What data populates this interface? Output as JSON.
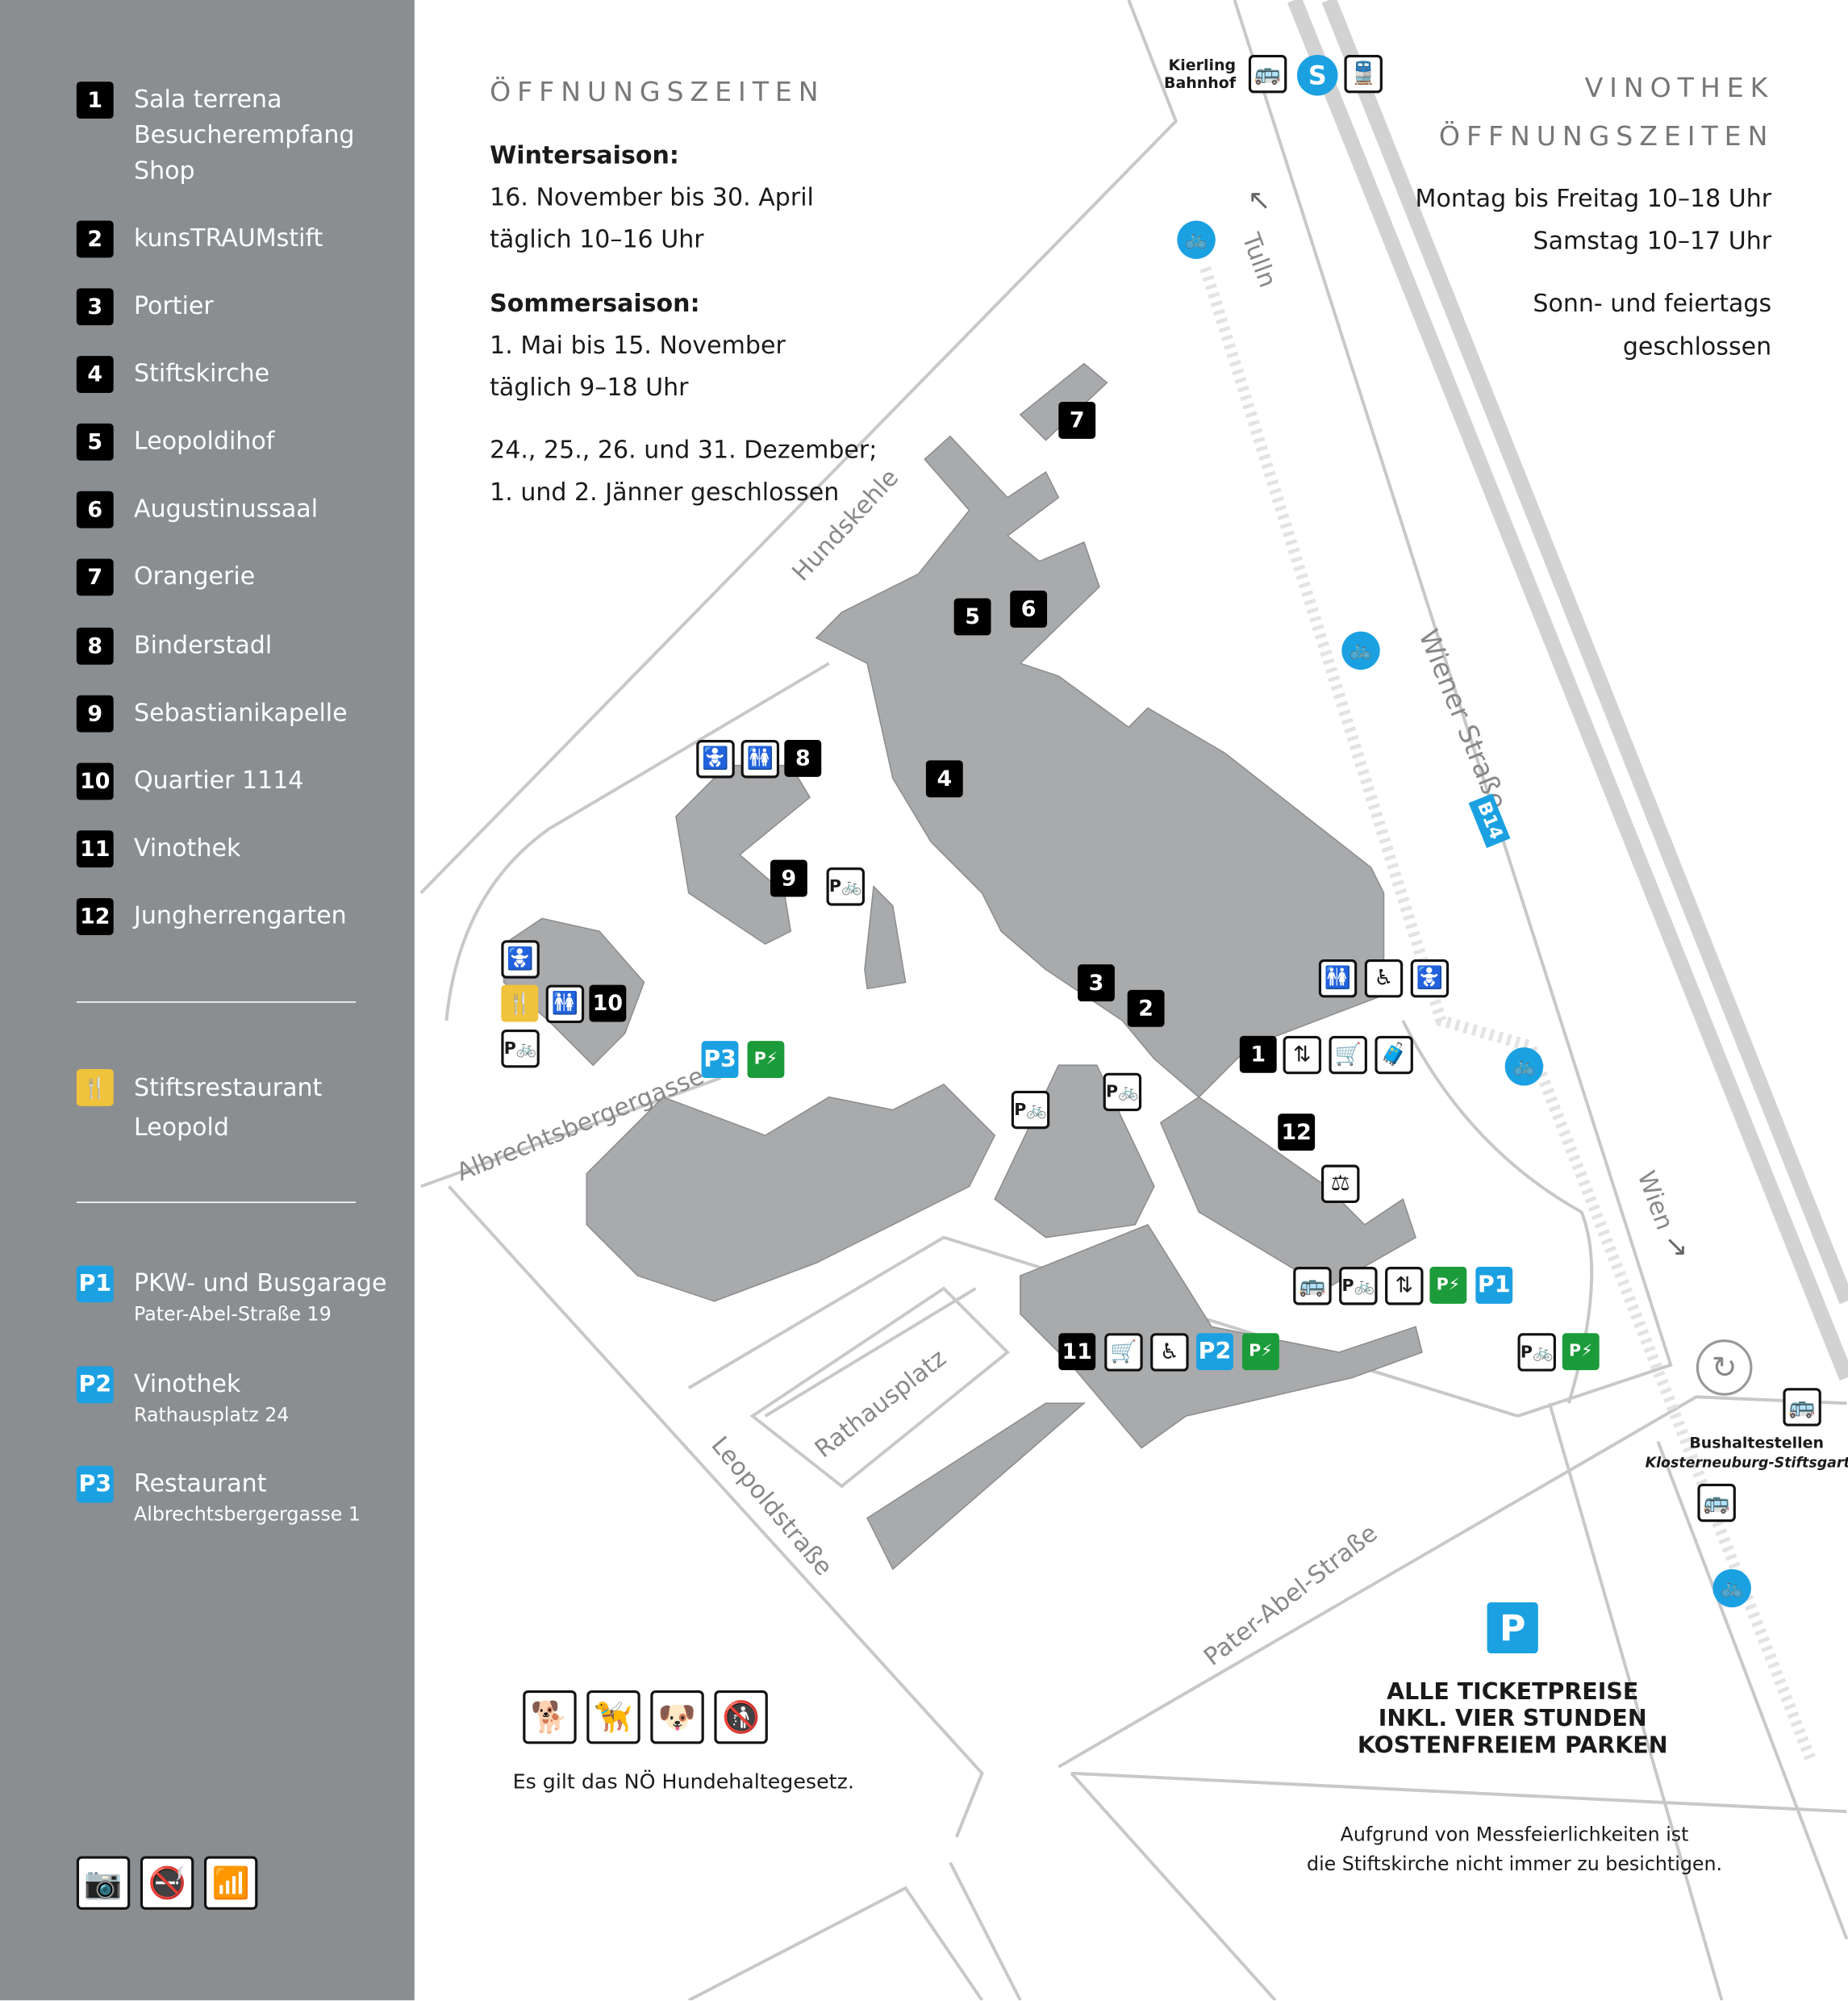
{
  "legend": [
    {
      "num": "1",
      "label": "Sala terrena\nBesucherempfang\nShop"
    },
    {
      "num": "2",
      "label": "kunsTRAUMstift"
    },
    {
      "num": "3",
      "label": "Portier"
    },
    {
      "num": "4",
      "label": "Stiftskirche"
    },
    {
      "num": "5",
      "label": "Leopoldihof"
    },
    {
      "num": "6",
      "label": "Augustinussaal"
    },
    {
      "num": "7",
      "label": "Orangerie"
    },
    {
      "num": "8",
      "label": "Binderstadl"
    },
    {
      "num": "9",
      "label": "Sebastianikapelle"
    },
    {
      "num": "10",
      "label": "Quartier 1114"
    },
    {
      "num": "11",
      "label": "Vinothek"
    },
    {
      "num": "12",
      "label": "Jungherrengarten"
    }
  ],
  "restaurant": {
    "label": "Stiftsrestaurant\nLeopold",
    "icon": "fork-knife-icon"
  },
  "parking": [
    {
      "badge": "P1",
      "title": "PKW- und Busgarage",
      "address": "Pater-Abel-Straße 19"
    },
    {
      "badge": "P2",
      "title": "Vinothek",
      "address": "Rathausplatz 24"
    },
    {
      "badge": "P3",
      "title": "Restaurant",
      "address": "Albrechtsbergergasse 1"
    }
  ],
  "rules_icons": [
    "no-photo-flash-icon",
    "no-smoking-icon",
    "wifi-icon"
  ],
  "opening": {
    "heading": "ÖFFNUNGSZEITEN",
    "winter_title": "Wintersaison:",
    "winter_dates": "16. November bis 30. April",
    "winter_hours": "täglich  10–16 Uhr",
    "summer_title": "Sommersaison:",
    "summer_dates": "1. Mai bis 15. November",
    "summer_hours": "täglich  9–18 Uhr",
    "closed_1": "24., 25., 26. und 31. Dezember;",
    "closed_2": "1. und 2. Jänner geschlossen"
  },
  "vinothek": {
    "heading_1": "VINOTHEK",
    "heading_2": "ÖFFNUNGSZEITEN",
    "weekday": "Montag bis Freitag   10–18 Uhr",
    "saturday": "Samstag   10–17 Uhr",
    "sunday_1": "Sonn- und feiertags",
    "sunday_2": "geschlossen"
  },
  "transit": {
    "station": "Kierling\nBahnhof",
    "bus_stops": "Bushaltestellen",
    "bus_stops_name": "Klosterneuburg-Stiftsgarten"
  },
  "streets": {
    "tulln": "Tulln",
    "wien": "Wien",
    "wiener": "Wiener Straße",
    "b14": "B14",
    "hundskehle": "Hundskehle",
    "albrechts": "Albrechtsbergergasse",
    "rathaus": "Rathausplatz",
    "leopold": "Leopoldstraße",
    "pater": "Pater-Abel-Straße"
  },
  "parking_note": {
    "icon": "P",
    "line1": "ALLE TICKETPREISE",
    "line2": "INKL. VIER STUNDEN",
    "line3": "KOSTENFREIEM PARKEN"
  },
  "dog_note": "Es gilt das NÖ Hundehaltegesetz.",
  "church_note_1": "Aufgrund von Messfeierlichkeiten ist",
  "church_note_2": "die Stiftskirche nicht immer zu besichtigen.",
  "map_numbers": [
    "1",
    "2",
    "3",
    "4",
    "5",
    "6",
    "7",
    "8",
    "9",
    "10",
    "11",
    "12"
  ],
  "parking_map": [
    "P1",
    "P2",
    "P3"
  ],
  "colors": {
    "sidebar": "#8b8e91",
    "blue": "#1ba1e2",
    "green": "#1c9b3a",
    "yellow": "#f0c33c",
    "building": "#a9aaac"
  }
}
